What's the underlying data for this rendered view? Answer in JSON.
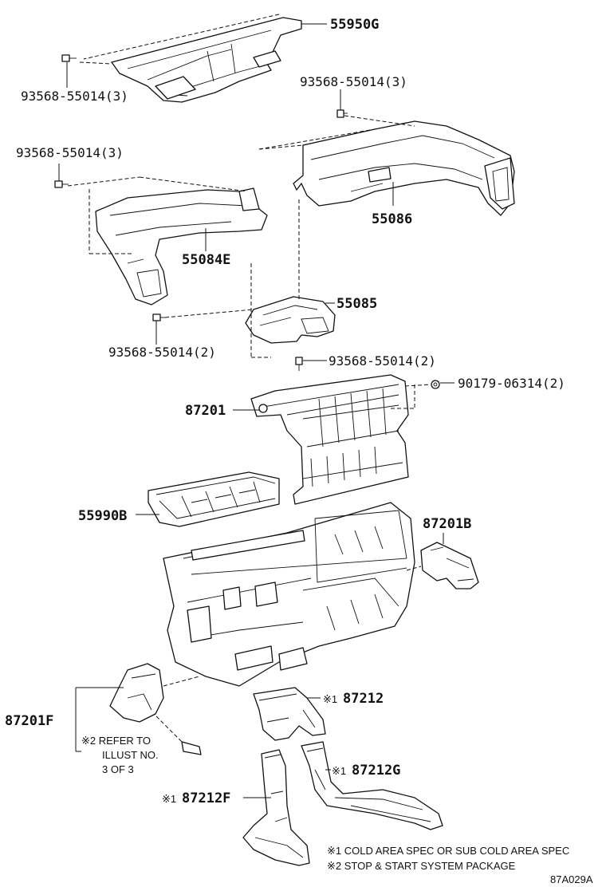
{
  "labels": {
    "p55950g": "55950G",
    "p93568_top_left": "93568-55014(3)",
    "p93568_top_right": "93568-55014(3)",
    "p93568_mid_left": "93568-55014(3)",
    "p55086": "55086",
    "p55084e": "55084E",
    "p55085": "55085",
    "p93568_2_left": "93568-55014(2)",
    "p93568_2_right": "93568-55014(2)",
    "p90179": "90179-06314(2)",
    "p87201": "87201",
    "p55990b": "55990B",
    "p87201b": "87201B",
    "p87201f": "87201F",
    "p87212": "87212",
    "p87212g": "87212G",
    "p87212f": "87212F"
  },
  "marks": {
    "m87212": "※1",
    "m87212g": "※1",
    "m87212f": "※1"
  },
  "refer_note": {
    "line1": "※2 REFER TO",
    "line2": "ILLUST NO.",
    "line3": "3 OF 3"
  },
  "footnotes": {
    "note1": "※1 COLD AREA SPEC OR SUB COLD AREA SPEC",
    "note2": "※2 STOP & START SYSTEM PACKAGE"
  },
  "illustration_code": "87A029A"
}
